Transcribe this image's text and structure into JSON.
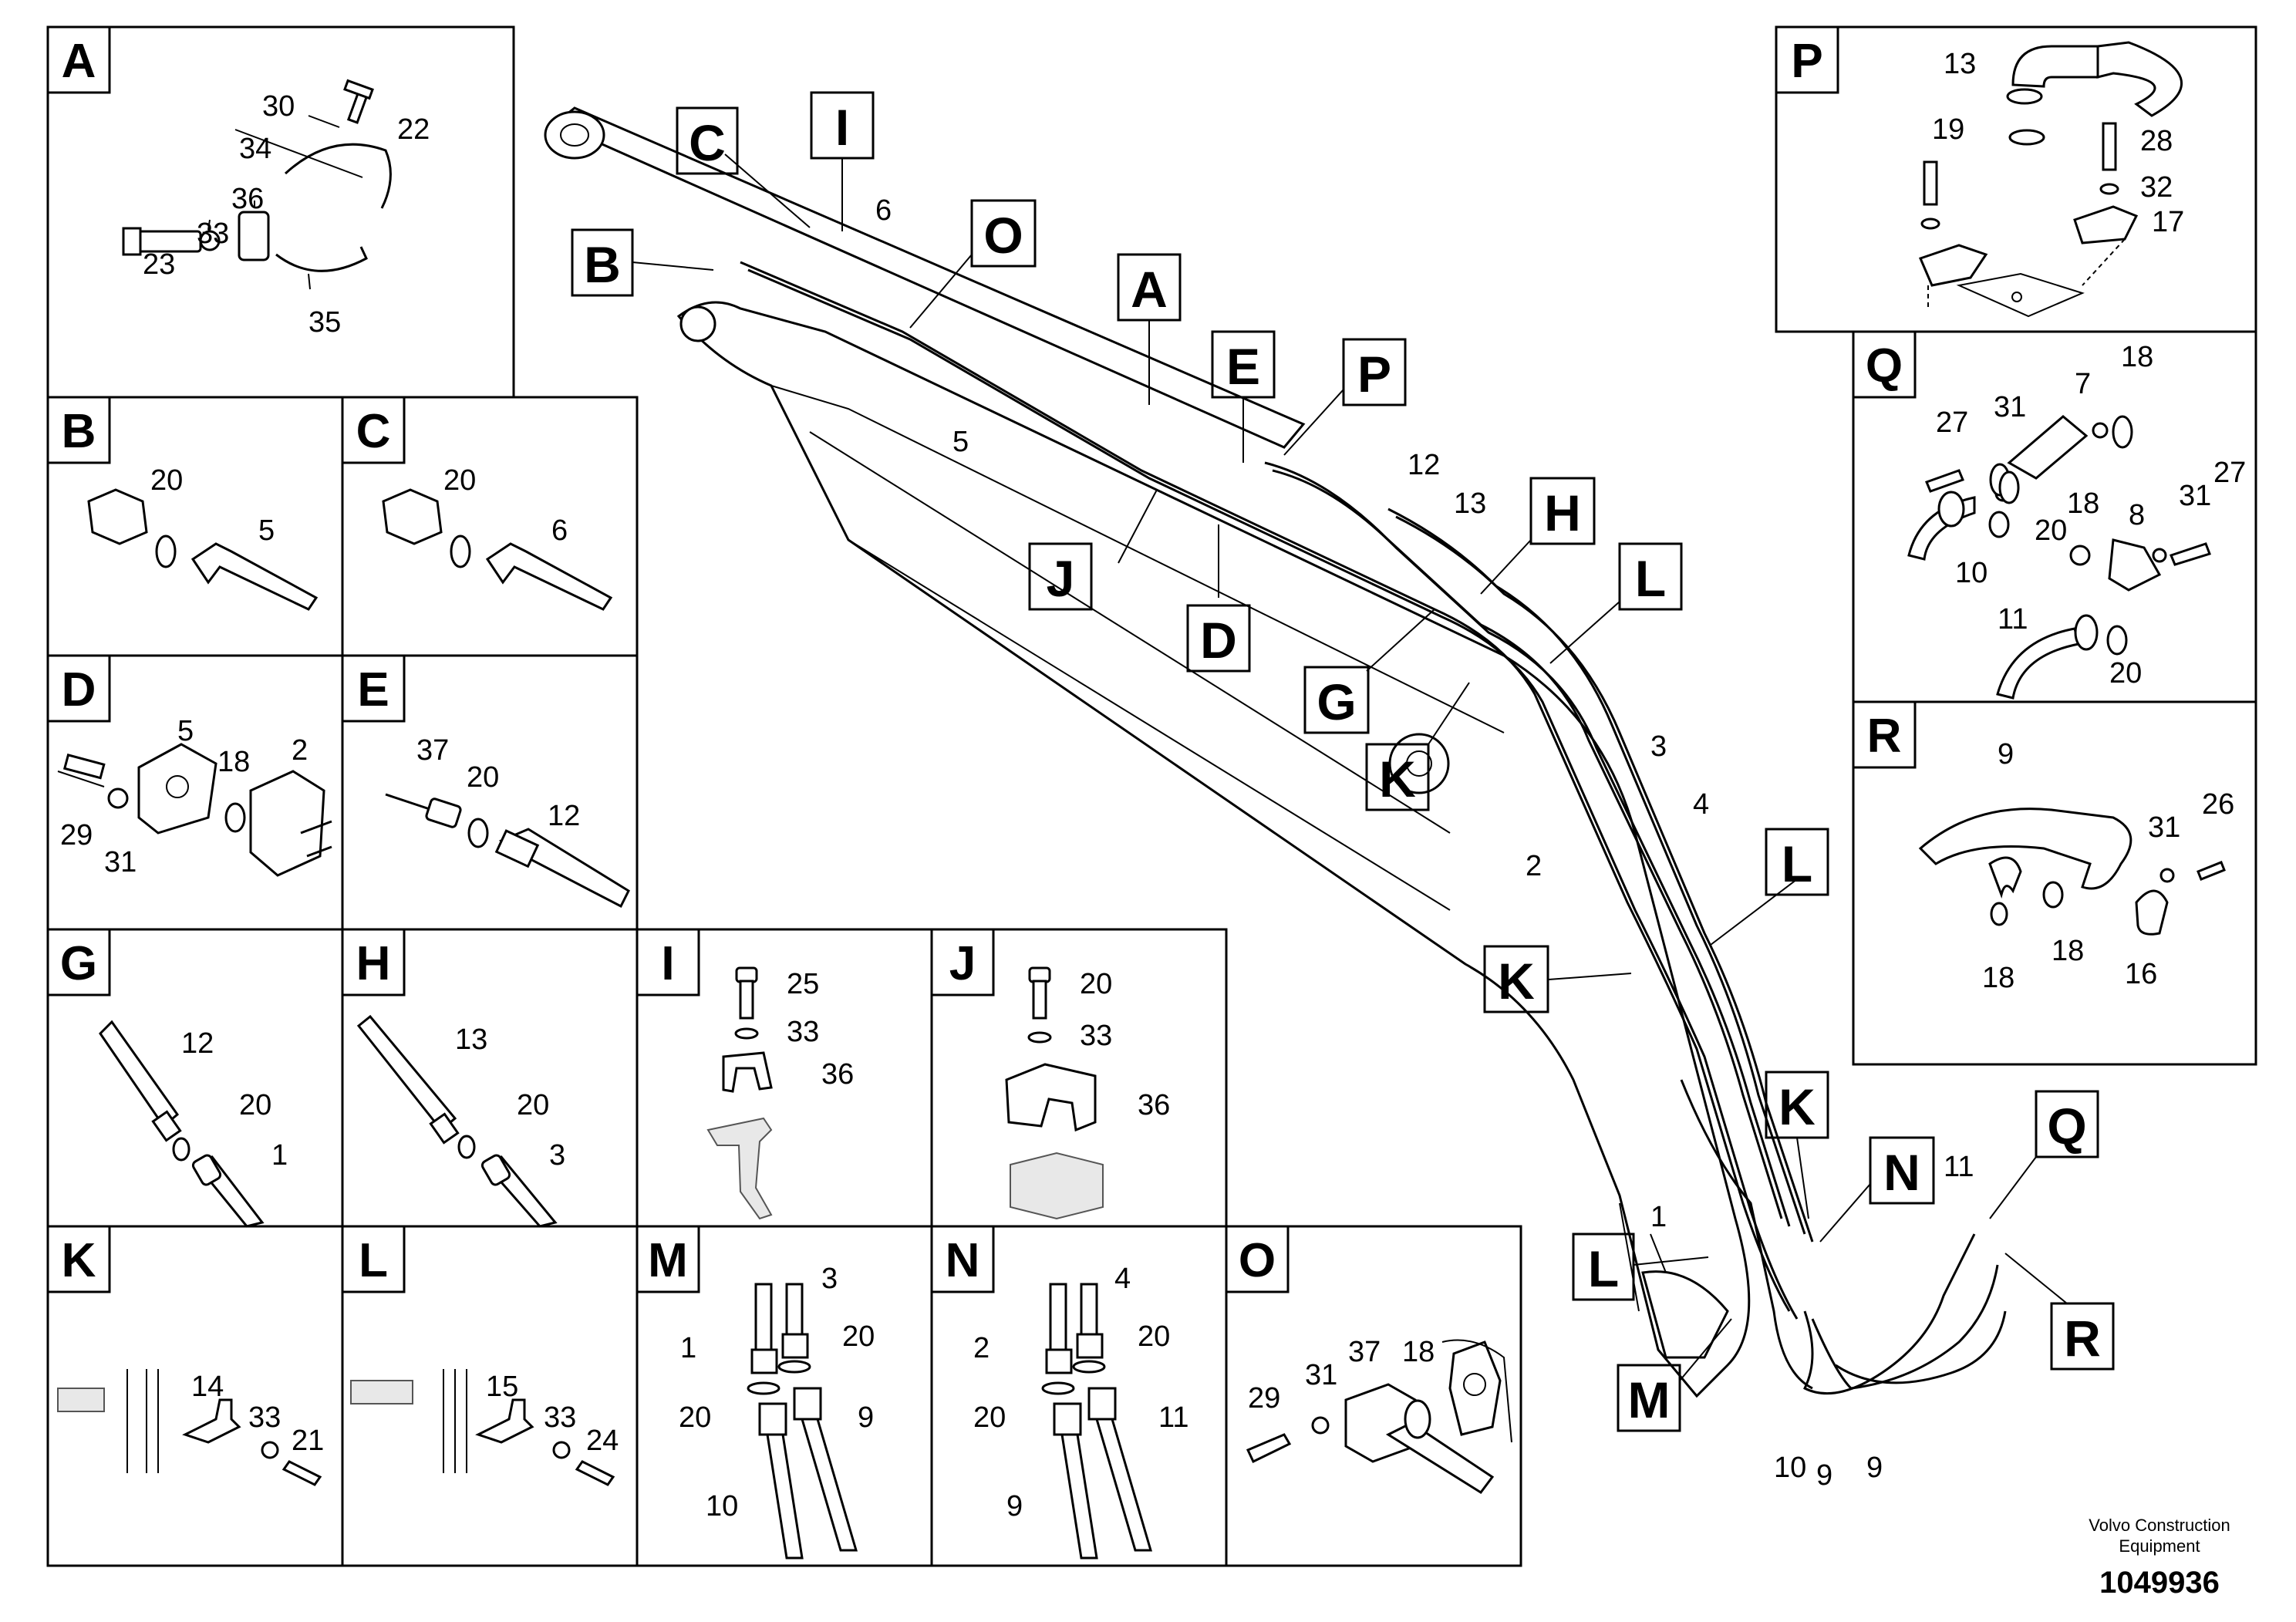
{
  "diagram": {
    "main_labels": {
      "A": "A",
      "B": "B",
      "C": "C",
      "D": "D",
      "E": "E",
      "G": "G",
      "H": "H",
      "I": "I",
      "J": "J",
      "K1": "K",
      "K2": "K",
      "K3": "K",
      "L1": "L",
      "L2": "L",
      "L3": "L",
      "M": "M",
      "N": "N",
      "O": "O",
      "P": "P",
      "Q": "Q",
      "R": "R"
    },
    "main_numbers": {
      "n5": "5",
      "n6": "6",
      "n12": "12",
      "n13": "13",
      "n3": "3",
      "n4": "4",
      "n2": "2",
      "n1": "1",
      "n10": "10",
      "n9a": "9",
      "n9b": "9",
      "n11": "11"
    },
    "panels": {
      "A": {
        "letter": "A",
        "labels": [
          "30",
          "22",
          "34",
          "36",
          "33",
          "23",
          "35"
        ]
      },
      "B": {
        "letter": "B",
        "labels": [
          "20",
          "5"
        ]
      },
      "C": {
        "letter": "C",
        "labels": [
          "20",
          "6"
        ]
      },
      "D": {
        "letter": "D",
        "labels": [
          "5",
          "2",
          "18",
          "29",
          "31"
        ]
      },
      "E": {
        "letter": "E",
        "labels": [
          "37",
          "20",
          "12"
        ]
      },
      "G": {
        "letter": "G",
        "labels": [
          "12",
          "20",
          "1"
        ]
      },
      "H": {
        "letter": "H",
        "labels": [
          "13",
          "20",
          "3"
        ]
      },
      "I": {
        "letter": "I",
        "labels": [
          "25",
          "33",
          "36"
        ]
      },
      "J": {
        "letter": "J",
        "labels": [
          "20",
          "33",
          "36"
        ]
      },
      "K": {
        "letter": "K",
        "labels": [
          "14",
          "33",
          "21"
        ]
      },
      "L": {
        "letter": "L",
        "labels": [
          "15",
          "33",
          "24"
        ]
      },
      "M": {
        "letter": "M",
        "labels": [
          "3",
          "1",
          "20",
          "20",
          "9",
          "10"
        ]
      },
      "N": {
        "letter": "N",
        "labels": [
          "4",
          "2",
          "20",
          "20",
          "11",
          "9"
        ]
      },
      "O": {
        "letter": "O",
        "labels": [
          "29",
          "31",
          "37",
          "18"
        ]
      },
      "P": {
        "letter": "P",
        "labels": [
          "13",
          "19",
          "28",
          "32",
          "17"
        ]
      },
      "Q": {
        "letter": "Q",
        "labels": [
          "7",
          "18",
          "27",
          "31",
          "20",
          "18",
          "8",
          "31",
          "27",
          "10",
          "11",
          "20"
        ]
      },
      "R": {
        "letter": "R",
        "labels": [
          "9",
          "26",
          "31",
          "18",
          "18",
          "16"
        ]
      }
    },
    "footer": {
      "company_line1": "Volvo Construction",
      "company_line2": "Equipment",
      "part_number": "1049936"
    }
  }
}
